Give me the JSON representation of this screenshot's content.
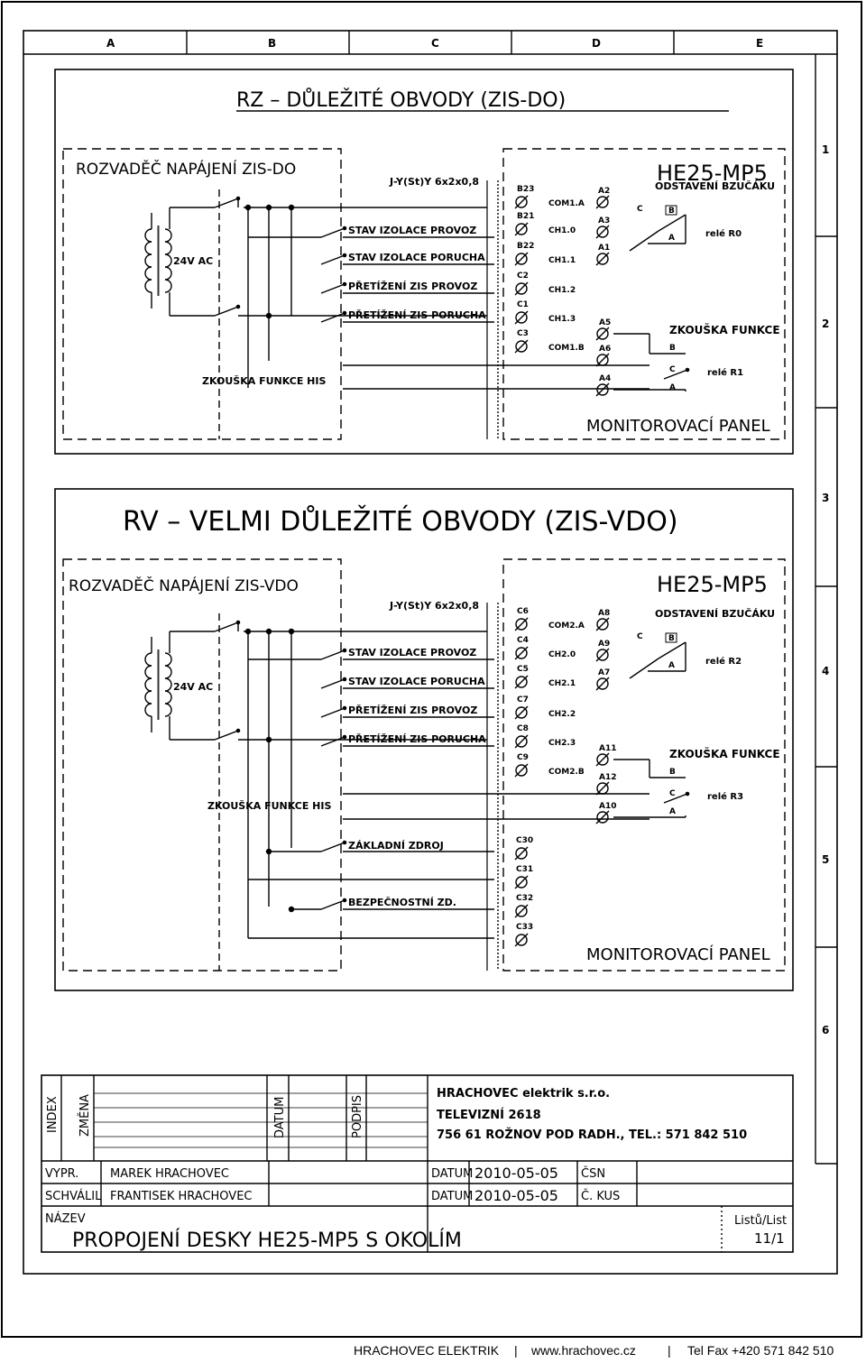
{
  "frame": {
    "columns": [
      "A",
      "B",
      "C",
      "D",
      "E"
    ],
    "rows": [
      "1",
      "2",
      "3",
      "4",
      "5",
      "6"
    ]
  },
  "section_rz": {
    "title": "RZ – DŮLEŽITÉ OBVODY (ZIS-DO)",
    "left_box_title": "ROZVADĚČ NAPÁJENÍ ZIS-DO",
    "voltage": "24V AC",
    "cable": "J-Y(St)Y 6x2x0,8",
    "test_label": "ZKOUŠKA FUNKCE HIS",
    "signals": [
      "STAV IZOLACE PROVOZ",
      "STAV IZOLACE PORUCHA",
      "PŘETÍŽENÍ ZIS PROVOZ",
      "PŘETÍŽENÍ ZIS PORUCHA"
    ],
    "terminals": [
      "B23",
      "B21",
      "B22",
      "C2",
      "C1",
      "C3"
    ],
    "channels": [
      "COM1.A",
      "CH1.0",
      "CH1.1",
      "CH1.2",
      "CH1.3",
      "COM1.B"
    ],
    "right_box_title": "HE25-MP5",
    "buzzer": "ODSTAVENÍ BZUČÁKU",
    "relay0_terms": [
      "A2",
      "A3",
      "A1"
    ],
    "relay0_label": "relé R0",
    "relay0_pins": [
      "C",
      "B",
      "A"
    ],
    "test2": "ZKOUŠKA FUNKCE",
    "relay1_terms": [
      "A5",
      "A6",
      "A4"
    ],
    "relay1_pins": [
      "B",
      "C",
      "A"
    ],
    "relay1_label": "relé R1",
    "panel": "MONITOROVACÍ PANEL"
  },
  "section_rv": {
    "title": "RV – VELMI DŮLEŽITÉ OBVODY (ZIS-VDO)",
    "left_box_title": "ROZVADĚČ NAPÁJENÍ ZIS-VDO",
    "voltage": "24V AC",
    "cable": "J-Y(St)Y 6x2x0,8",
    "test_label": "ZKOUŠKA FUNKCE HIS",
    "signals": [
      "STAV IZOLACE PROVOZ",
      "STAV IZOLACE PORUCHA",
      "PŘETÍŽENÍ ZIS PROVOZ",
      "PŘETÍŽENÍ ZIS PORUCHA"
    ],
    "terminals": [
      "C6",
      "C4",
      "C5",
      "C7",
      "C8",
      "C9"
    ],
    "channels": [
      "COM2.A",
      "CH2.0",
      "CH2.1",
      "CH2.2",
      "CH2.3",
      "COM2.B"
    ],
    "extra_signals": [
      "ZÁKLADNÍ ZDROJ",
      "BEZPEČNOSTNÍ ZD."
    ],
    "extra_terminals": [
      "C30",
      "C31",
      "C32",
      "C33"
    ],
    "right_box_title": "HE25-MP5",
    "buzzer": "ODSTAVENÍ BZUČÁKU",
    "relay2_terms": [
      "A8",
      "A9",
      "A7"
    ],
    "relay2_label": "relé R2",
    "relay2_pins": [
      "C",
      "B",
      "A"
    ],
    "test2": "ZKOUŠKA FUNKCE",
    "relay3_terms": [
      "A11",
      "A12",
      "A10"
    ],
    "relay3_pins": [
      "B",
      "C",
      "A"
    ],
    "relay3_label": "relé R3",
    "panel": "MONITOROVACÍ PANEL"
  },
  "title_block": {
    "headers": [
      "INDEX",
      "ZMĚNA",
      "DATUM",
      "PODPIS"
    ],
    "company": "HRACHOVEC elektrik s.r.o.",
    "street": "TELEVIZNÍ 2618",
    "city": "756 61 ROŽNOV POD RADH., TEL.: 571 842 510",
    "drawn_label": "VYPR.",
    "drawn_by": "MAREK HRACHOVEC",
    "approved_label": "SCHVÁLIL",
    "approved_by": "FRANTISEK HRACHOVEC",
    "date_label1": "DATUM",
    "date1": "2010-05-05",
    "date_label2": "DATUM",
    "date2": "2010-05-05",
    "csn_label": "ČSN",
    "kus_label": "Č. KUS",
    "name_label": "NÁZEV",
    "name": "PROPOJENÍ DESKY HE25-MP5 S OKOLÍM",
    "sheet_label": "Listů/List",
    "sheet": "11/1"
  },
  "footer": {
    "company": "HRACHOVEC ELEKTRIK",
    "web": "www.hrachovec.cz",
    "phone": "Tel Fax +420 571 842 510"
  }
}
